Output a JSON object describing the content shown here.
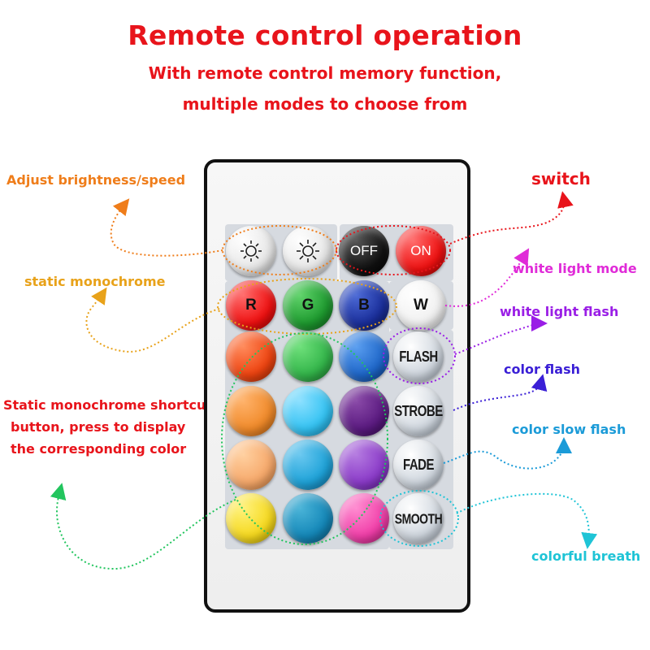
{
  "header": {
    "title": "Remote control operation",
    "subtitle_line1": "With remote control memory function,",
    "subtitle_line2": "multiple modes to choose from"
  },
  "annotations": {
    "brightness_speed": "Adjust brightness/speed",
    "switch": "switch",
    "static_monochrome": "static monochrome",
    "white_light_mode": "white light mode",
    "white_light_flash": "white light flash",
    "color_flash": "color flash",
    "shortcut_line1": "Static monochrome shortcut",
    "shortcut_line2": "button, press to display",
    "shortcut_line3": "the corresponding color",
    "color_slow_flash": "color slow flash",
    "colorful_breath": "colorful breath"
  },
  "remote": {
    "off_label": "OFF",
    "on_label": "ON",
    "r_label": "R",
    "g_label": "G",
    "b_label": "B",
    "w_label": "W",
    "flash_label": "FLASH",
    "strobe_label": "STROBE",
    "fade_label": "FADE",
    "smooth_label": "SMOOTH"
  },
  "colors": {
    "title": "#e8141b",
    "switch": "#e8141b",
    "brightness": "#ef7d1a",
    "static_monochrome": "#e8a21a",
    "white_light": "#e02bd8",
    "white_flash": "#9a1ee6",
    "color_flash": "#3a1fd6",
    "shortcut": "#e8141b",
    "slow_flash": "#1b9bd8",
    "breath": "#1fc4d6",
    "shortcut_circle": "#22c55e"
  }
}
